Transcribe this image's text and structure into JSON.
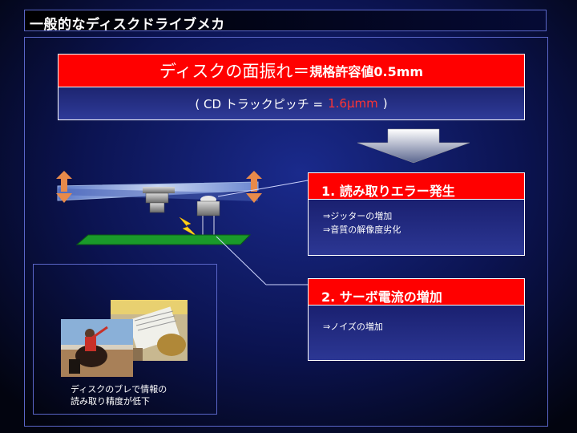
{
  "title": "一般的なディスクドライブメカ",
  "header": {
    "main": "ディスクの面振れ",
    "eq": "＝",
    "spec": "規格許容値0.5mm",
    "sub_prefix": "( CD トラックピッチ = ",
    "sub_value": "1.6μmm",
    "sub_suffix": " )"
  },
  "box1": {
    "heading": "1. 読み取りエラー発生",
    "lines": [
      "⇒ジッターの増加",
      "⇒音質の解像度劣化"
    ]
  },
  "box2": {
    "heading": "2. サーボ電流の増加",
    "lines": [
      "⇒ノイズの増加"
    ]
  },
  "caption": {
    "line1": "ディスクのブレで情報の",
    "line2": "読み取り精度が低下"
  },
  "colors": {
    "accent_red": "#ff0000",
    "value_red": "#ff3333",
    "board_green": "#1a9a2a",
    "arrow_orange": "#e88a4a"
  }
}
